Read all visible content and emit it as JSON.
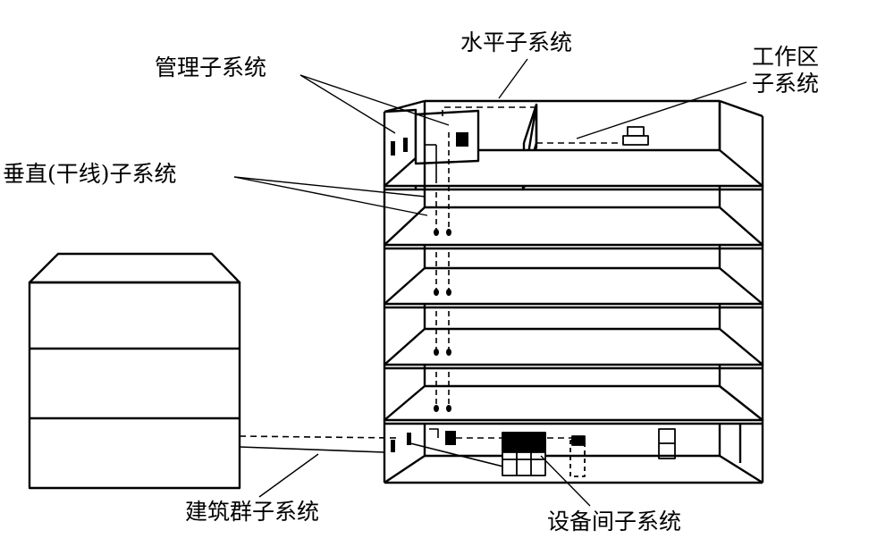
{
  "labels": {
    "management": "管理子系统",
    "horizontal": "水平子系统",
    "workarea_line1": "工作区",
    "workarea_line2": "子系统",
    "vertical": "垂直(干线)子系统",
    "campus": "建筑群子系统",
    "equipment": "设备间子系统"
  },
  "colors": {
    "line": "#000000",
    "background": "#ffffff"
  }
}
